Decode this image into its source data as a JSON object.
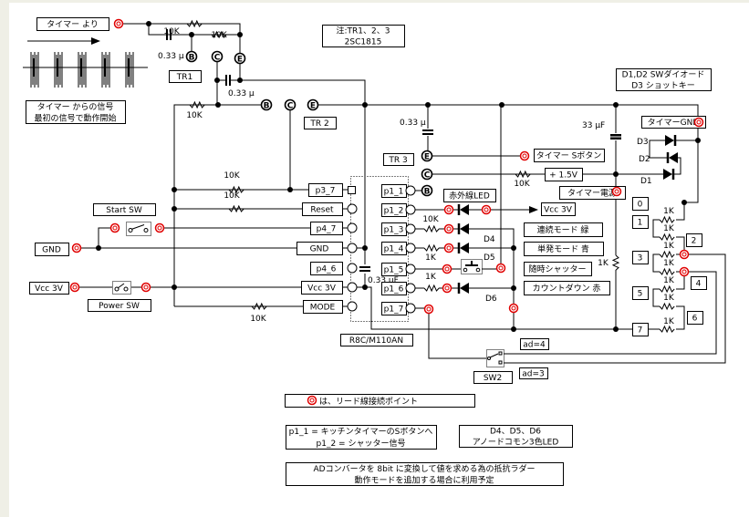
{
  "timer_from_label": "タイマー より",
  "signal_note": [
    "タイマー からの信号",
    "最初の信号で動作開始"
  ],
  "transistor_note": [
    "注:TR1、2、3",
    "2SC1815"
  ],
  "diode_note": [
    "D1,D2 SWダイオード",
    "D3 ショットキー"
  ],
  "transistors": {
    "tr1": "TR1",
    "tr2": "TR 2",
    "tr3": "TR 3"
  },
  "terminal_letters": {
    "base": "B",
    "collector": "C",
    "emitter": "E"
  },
  "capacitor_labels": {
    "c1": "0.33 μ",
    "c2": "0.33 μ",
    "c3": "0.33 μ",
    "c4": "0.33 μF",
    "c5": "33 μF"
  },
  "resistor_labels": [
    "10K",
    "10K",
    "10K",
    "10K",
    "10K",
    "10K",
    "10K",
    "10K",
    "1K",
    "1K",
    "1K",
    "1K",
    "1K",
    "1K",
    "1K",
    "1K",
    "1K",
    "1K"
  ],
  "chip": {
    "name": "R8C/M110AN",
    "left_pins": [
      "p3_7",
      "Reset",
      "p4_7",
      "GND",
      "p4_6",
      "Vcc 3V",
      "MODE"
    ],
    "right_pins": [
      "p1_1",
      "p1_2",
      "p1_3",
      "p1_4",
      "p1_5",
      "p1_6",
      "p1_7"
    ]
  },
  "inputs": {
    "start_sw": "Start SW",
    "power_sw": "Power SW",
    "gnd": "GND",
    "vcc": "Vcc 3V"
  },
  "timer_labels": {
    "s_button": "タイマー Sボタン",
    "plus_1_5v": "+ 1.5V",
    "power": "タイマー電源",
    "gnd": "タイマーGND"
  },
  "diodes": {
    "d1": "D1",
    "d2": "D2",
    "d3": "D3",
    "d4": "D4",
    "d5": "D5",
    "d6": "D6"
  },
  "leds": {
    "ir_led": "赤外線LED",
    "vcc": "Vcc 3V"
  },
  "modes": [
    "連続モード 緑",
    "単発モード 青",
    "随時シャッター",
    "カウントダウン 赤"
  ],
  "ladder": [
    "0",
    "1",
    "2",
    "3",
    "4",
    "5",
    "6",
    "7"
  ],
  "sw2": {
    "label": "SW2",
    "ad4": "ad=4",
    "ad3": "ad=3"
  },
  "legend": {
    "lead_point": "は、リード線接続ポイント",
    "pin_note": [
      "p1_1 = キッチンタイマーのSボタンへ",
      "p1_2 = シャッター信号"
    ],
    "led_note": [
      "D4、D5、D6",
      "アノードコモン3色LED"
    ],
    "ad_note": [
      "ADコンバータを 8bit に変換して値を求める為の抵抗ラダー",
      "動作モードを追加する場合に利用予定"
    ]
  },
  "colors": {
    "wire": "#000000",
    "lead_point": "#e00000",
    "background": "#ffffff"
  }
}
